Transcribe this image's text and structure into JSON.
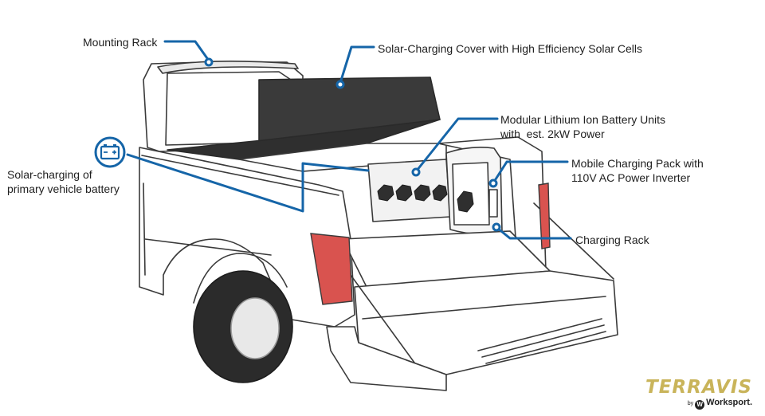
{
  "labels": {
    "mounting_rack": "Mounting Rack",
    "solar_cover": "Solar-Charging Cover with High Efficiency Solar Cells",
    "battery_units_line1": "Modular Lithium Ion Battery Units",
    "battery_units_line2": "with  est. 2kW Power",
    "charging_pack_line1": "Mobile Charging Pack with",
    "charging_pack_line2": "110V AC Power Inverter",
    "charging_rack": "Charging Rack",
    "vehicle_battery_line1": "Solar-charging of",
    "vehicle_battery_line2": "primary vehicle battery"
  },
  "brand": {
    "name": "TERRAVIS",
    "by": "by",
    "maker": "Worksport."
  },
  "colors": {
    "callout": "#1565a8",
    "cover": "#3a3a3a",
    "taillight": "#d9534f",
    "brand_gold": "#c9b45a",
    "truck_fill": "#ffffff",
    "truck_line": "#3a3a3a",
    "tire": "#2b2b2b"
  },
  "icons": [
    "car-battery-icon"
  ]
}
